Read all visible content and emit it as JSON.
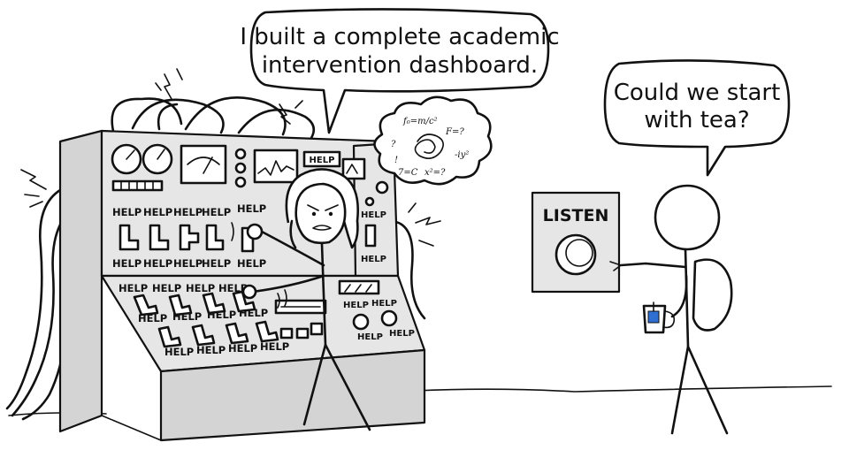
{
  "bubbles": {
    "left_line1": "I built a complete academic",
    "left_line2": "intervention dashboard.",
    "right_line1": "Could we start",
    "right_line2": "with tea?"
  },
  "button_sign": "LISTEN",
  "panel_label": "HELP",
  "thought_formulas": {
    "f1": "f₀=m/c²",
    "f2": "F=?",
    "f3": "?",
    "f4": "-iy²",
    "f5": "7=C",
    "f6": "x²=?",
    "f7": "!"
  },
  "colors": {
    "ink": "#111111",
    "panel": "#e6e6e6",
    "mug_label": "#2f6fd1"
  }
}
